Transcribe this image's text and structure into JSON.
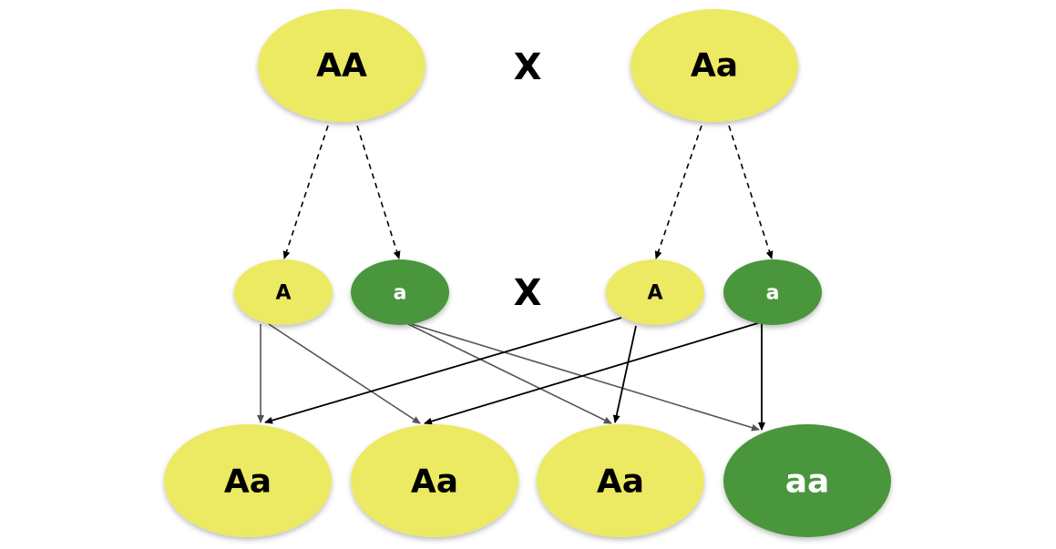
{
  "colors": {
    "light": "#ECE962",
    "dark": "#4A963E",
    "text_on_light": "#000000",
    "text_on_dark": "#ffffff",
    "arrow": "#000000",
    "arrow_soft": "#555555"
  },
  "parents": {
    "left": "AA",
    "right": "Aa",
    "cross": "X"
  },
  "gametes": {
    "g1": "A",
    "g2": "a",
    "g3": "A",
    "g4": "a",
    "cross": "X"
  },
  "offspring": {
    "o1": "Aa",
    "o2": "Aa",
    "o3": "Aa",
    "o4": "aa"
  }
}
